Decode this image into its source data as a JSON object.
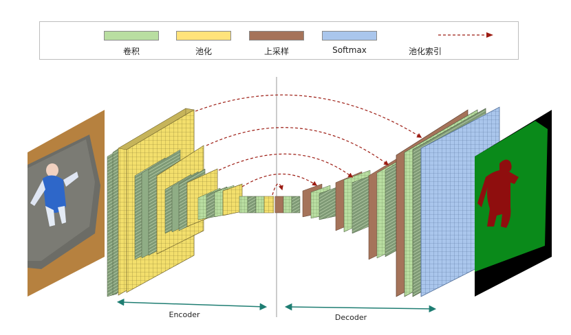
{
  "legend": {
    "items": [
      {
        "label": "卷积",
        "color": "#b9dea1"
      },
      {
        "label": "池化",
        "color": "#ffe37b"
      },
      {
        "label": "上采样",
        "color": "#a5735a"
      },
      {
        "label": "Softmax",
        "color": "#aac6ec"
      },
      {
        "label": "池化索引",
        "color": "#9c1b12"
      }
    ]
  },
  "sections": {
    "encoder": "Encoder",
    "decoder": "Decoder"
  },
  "colors": {
    "conv_front": "#b9dea1",
    "conv_side": "#7f9a76",
    "pool_front": "#f3df6c",
    "pool_side": "#c6b45a",
    "upsample_front": "#a5735a",
    "softmax_front": "#aac6ec",
    "grid_line": "#6b7a4f",
    "pool_index_arrow": "#9c1b12",
    "section_arrow": "#1e7d72",
    "segmentation_bg": "#0a8a1a",
    "segmentation_obj": "#8f0e0e"
  }
}
